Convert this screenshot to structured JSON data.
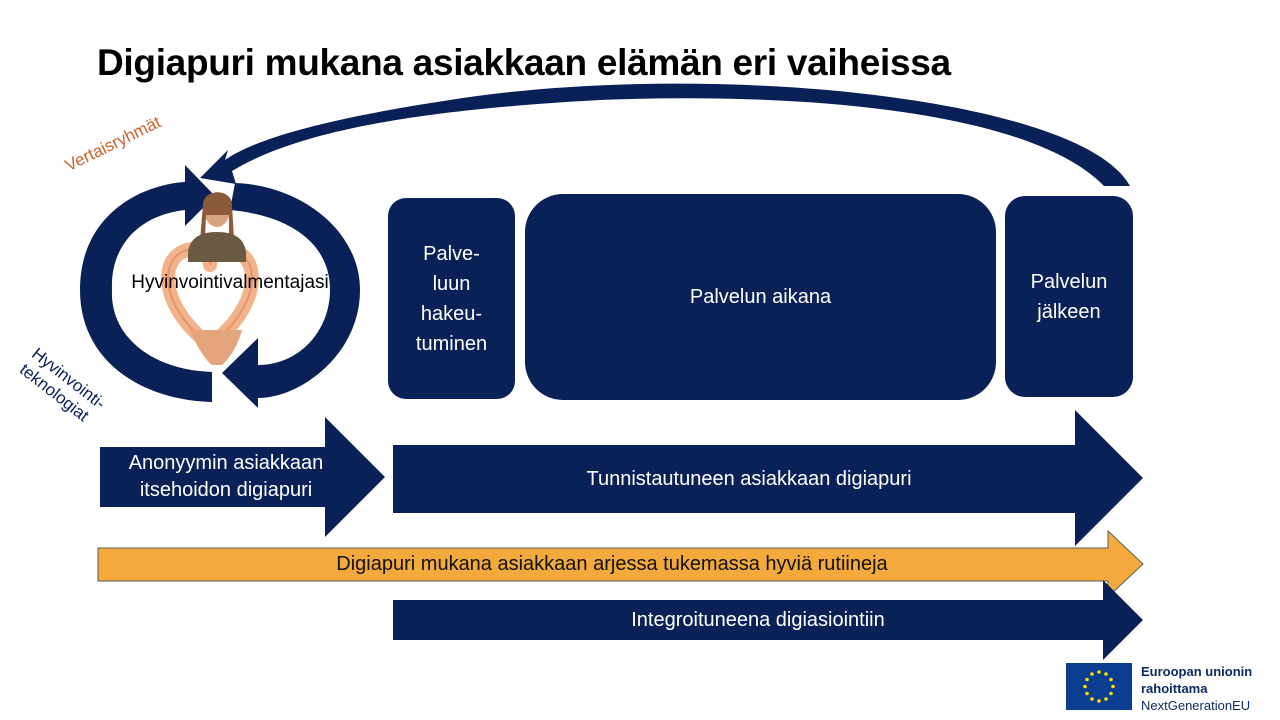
{
  "title": "Digiapuri mukana asiakkaan elämän eri vaiheissa",
  "cycle": {
    "top_label": "Vertaisryhmät",
    "bottom_label": "Hyvinvointi-\nteknologiat",
    "center_label": "Hyvinvointivalmentajasi"
  },
  "stages": {
    "apply": "Palve-\nluun\nhakeu-\ntuminen",
    "during": "Palvelun aikana",
    "after": "Palvelun\njälkeen"
  },
  "arrows": {
    "anonymous": "Anonyymin asiakkaan\nitsehoidon digiapuri",
    "identified": "Tunnistautuneen asiakkaan digiapuri",
    "everyday": "Digiapuri mukana asiakkaan arjessa tukemassa hyviä rutiineja",
    "integrated": "Integroituneena digiasiointiin"
  },
  "eu_logo": {
    "line1": "Euroopan unionin",
    "line2": "rahoittama",
    "line3": "NextGenerationEU"
  },
  "colors": {
    "navy": "#0a2158",
    "orange": "#f4a93c",
    "orange_label": "#c8622a",
    "eu_blue": "#0b3d91",
    "eu_star": "#ffdd00"
  }
}
